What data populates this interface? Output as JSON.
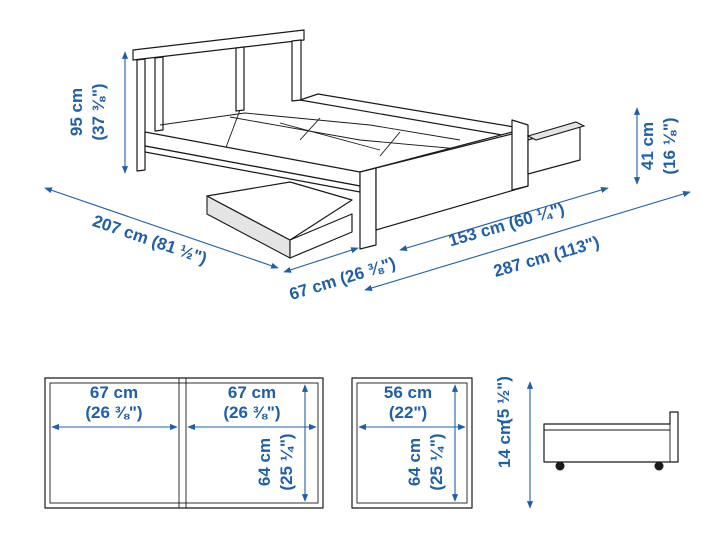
{
  "diagram": {
    "bed": {
      "height": {
        "cm": "95 cm",
        "in": "(37 ⅜\")"
      },
      "length": "207 cm (81 ½\")",
      "drawer_depth": "67 cm (26 ⅜\")",
      "footboard_height": {
        "cm": "41 cm",
        "in": "(16 ⅛\")"
      },
      "width": "153 cm (60 ¼\")",
      "width_with_drawer": "287 cm (113\")"
    },
    "drawer_left": {
      "a_width": {
        "cm": "67 cm",
        "in": "(26 ⅜\")"
      },
      "b_width": {
        "cm": "67 cm",
        "in": "(26 ⅜\")"
      },
      "depth": {
        "cm": "64 cm",
        "in": "(25 ¼\")"
      }
    },
    "drawer_right": {
      "width": {
        "cm": "56 cm",
        "in": "(22\")"
      },
      "depth": {
        "cm": "64 cm",
        "in": "(25 ¼\")"
      }
    },
    "drawer_side": {
      "height": {
        "cm": "14 cm",
        "in": "(5 ½\")"
      }
    }
  }
}
